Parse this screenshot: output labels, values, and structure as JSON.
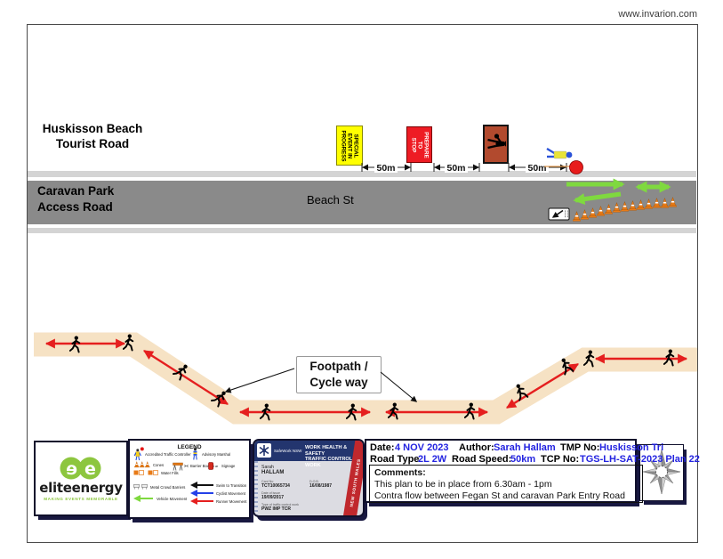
{
  "page": {
    "website": "www.invarion.com"
  },
  "roads": {
    "upper_name": "Huskisson Beach\nTourist Road",
    "lower_name": "Caravan Park\nAccess Road",
    "street": "Beach St"
  },
  "signs": {
    "special_event": "SPECIAL\nEVENT IN\nPROGRESS",
    "prepare_stop": "PREPARE\nTO\nSTOP"
  },
  "distances": {
    "d1": "50m",
    "d2": "50m",
    "d3": "50m"
  },
  "footpath": {
    "label": "Footpath /\nCycle way"
  },
  "legend": {
    "title": "LEGEND",
    "items": {
      "accredited": "Accredited Traffic Controller",
      "advisory": "Advisory Marshal",
      "cones": "Cones",
      "barrier_boards": "Barrier Boards",
      "signage": "Signage",
      "water_fills": "Water Fills",
      "metal_barriers": "Metal Crowd Barriers",
      "swim": "Swim to Transition",
      "vehicle": "Vehicle Movement",
      "cyclist": "Cyclist Movement",
      "runner": "Runner Movement"
    },
    "icon_glyphs": {
      "barrier_boards": "><",
      "signage": "a▪"
    }
  },
  "logo": {
    "name": "eliteenergy",
    "tagline": "MAKING EVENTS MEMORABLE"
  },
  "card": {
    "agency": "SafeWork NSW",
    "title": "WORK HEALTH & SAFETY\nTRAFFIC CONTROL WORK",
    "state_band": "NEW SOUTH WALES",
    "first_name": "Sarah",
    "last_name": "HALLAM",
    "card_no_label": "Card No",
    "card_no": "TCT10065734",
    "dob_label": "D.O.B.",
    "dob": "16/08/1987",
    "issue_label": "Date of issue",
    "issue": "19/09/2017",
    "type_label": "Type of traffic control work",
    "type": "PWZ IMP TCR"
  },
  "info": {
    "date_label": "Date:",
    "date": "4 NOV 2023",
    "author_label": "Author:",
    "author": "Sarah Hallam",
    "tmp_label": "TMP No:",
    "tmp": "Huskisson Tri",
    "road_type_label": "Road Type",
    "road_type": "2L 2W",
    "road_speed_label": "Road Speed:",
    "road_speed": "50km",
    "tcp_label": "TCP No:",
    "tcp": "TGS-LH-SAT-2023 Plan 22"
  },
  "comments": {
    "label": "Comments:",
    "line1": "This plan to be in place from 6.30am - 1pm",
    "line2": "Contra flow between Fegan St and caravan Park Entry Road"
  },
  "colors": {
    "road_gray": "#8a8a8a",
    "road_edge": "#d4d4d4",
    "footpath_tan": "#f6e2c4",
    "runner_red": "#e51f1f",
    "vehicle_green": "#7fd93f",
    "cone_orange": "#e87b17",
    "sign_yellow": "#ffff00",
    "sign_red": "#ee1c24",
    "symbol_sign_rust": "#b24a2e",
    "value_blue": "#2323e0",
    "card_blue": "#23356e",
    "card_band_red": "#c0282d",
    "logo_green": "#8dc63f",
    "cyclist_blue": "#2440e8"
  }
}
